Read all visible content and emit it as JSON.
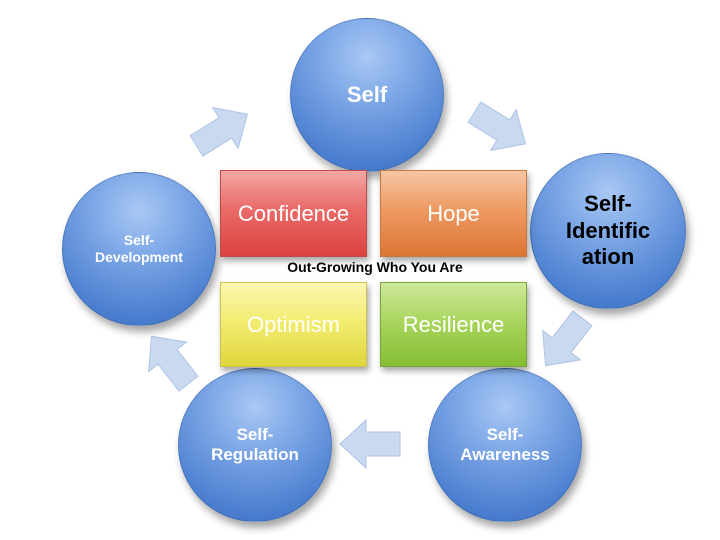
{
  "center_title": "Out-Growing Who You Are",
  "cycle": [
    {
      "id": "self",
      "label": "Self"
    },
    {
      "id": "self-identification",
      "label": "Self-\nIdentific\nation"
    },
    {
      "id": "self-awareness",
      "label": "Self-\nAwareness"
    },
    {
      "id": "self-regulation",
      "label": "Self-\nRegulation"
    },
    {
      "id": "self-development",
      "label": "Self-\nDevelopment"
    }
  ],
  "qualities": [
    {
      "label": "Confidence",
      "color": "#ea6b68"
    },
    {
      "label": "Hope",
      "color": "#ee9a63"
    },
    {
      "label": "Optimism",
      "color": "#f2eb6e"
    },
    {
      "label": "Resilience",
      "color": "#a6d45a"
    }
  ],
  "colors": {
    "circle": "#4d80d0",
    "arrow": "#c9d9f0"
  }
}
